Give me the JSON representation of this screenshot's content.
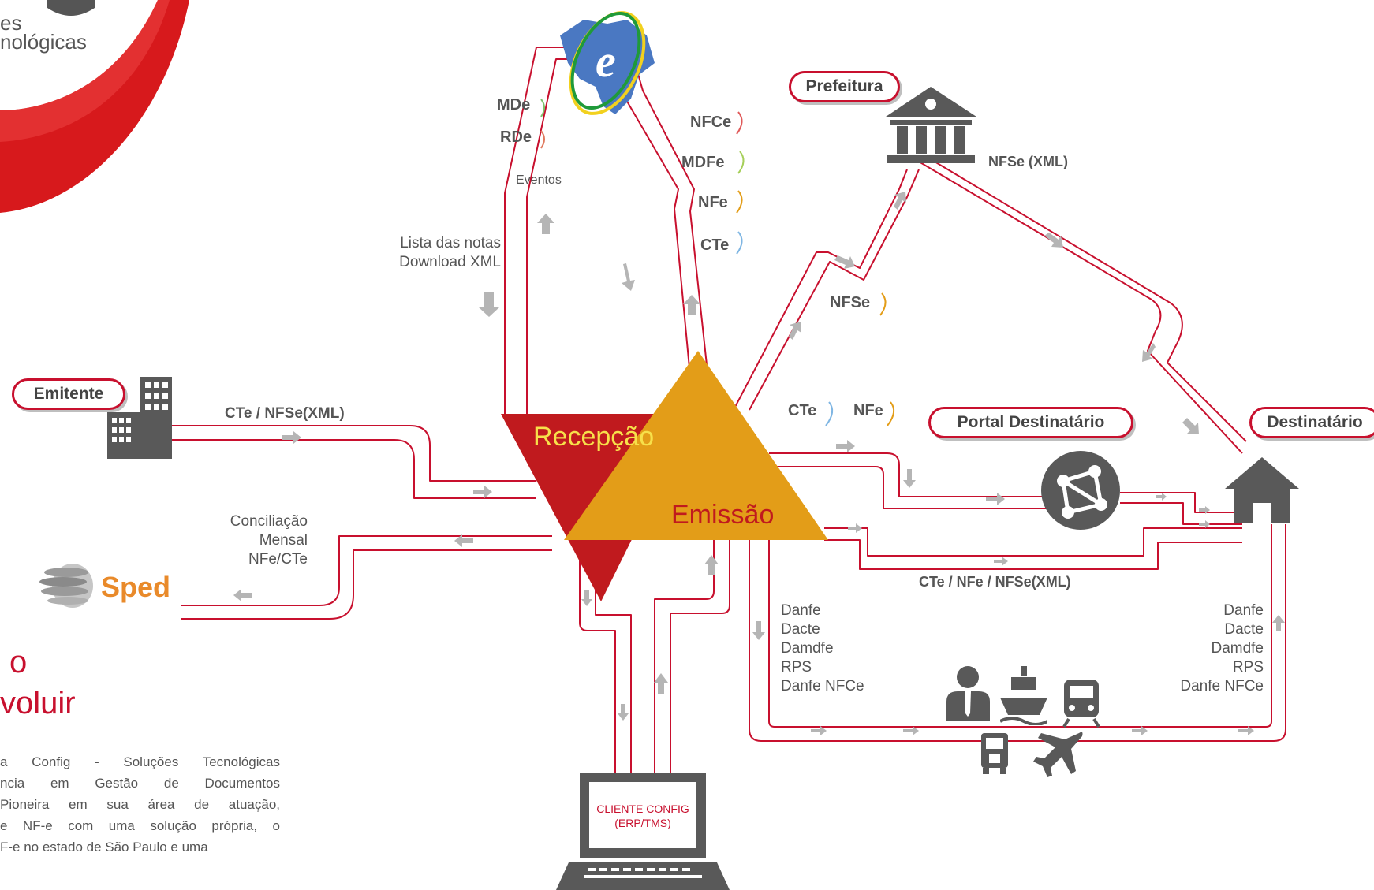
{
  "logo": {
    "line1": "es",
    "line2": "nológicas"
  },
  "heading": {
    "line1": "o",
    "line2": "voluir"
  },
  "intro": [
    "a Config - Soluções Tecnológicas",
    "ncia em Gestão de Documentos",
    "Pioneira em sua área de atuação,",
    "e NF-e com uma solução própria, o",
    "F-e no estado de São Paulo e uma"
  ],
  "nodes": {
    "emitente": "Emitente",
    "prefeitura": "Prefeitura",
    "portal": "Portal Destinatário",
    "destinatario": "Destinatário",
    "sped": "Sped",
    "recepcao": "Recepção",
    "emissao": "Emissão",
    "cliente": [
      "CLIENTE CONFIG",
      "(ERP/TMS)"
    ]
  },
  "sefaz_events": [
    "MDe",
    "RDe"
  ],
  "sefaz_event_label": "Eventos",
  "sefaz_docs": [
    "NFCe",
    "MDFe",
    "NFe",
    "CTe"
  ],
  "lista_notas": [
    "Lista das notas",
    "Download XML"
  ],
  "nfse_label": "NFSe",
  "nfse_xml_label": "NFSe (XML)",
  "emitente_flow": "CTe / NFSe(XML)",
  "portal_docs": [
    "CTe",
    "NFe"
  ],
  "dest_flow": "CTe / NFe / NFSe(XML)",
  "conciliacao": [
    "Conciliação",
    "Mensal",
    "NFe/CTe"
  ],
  "print_docs_left": [
    "Danfe",
    "Dacte",
    "Damdfe",
    "RPS",
    "Danfe NFCe"
  ],
  "print_docs_right": [
    "Danfe",
    "Dacte",
    "Damdfe",
    "RPS",
    "Danfe NFCe"
  ],
  "colors": {
    "brand_red": "#c8102e",
    "recepcao": "#c01a1e",
    "emissao": "#e39d18",
    "arrow_gray": "#b5b5b5",
    "icon_gray": "#595959"
  }
}
